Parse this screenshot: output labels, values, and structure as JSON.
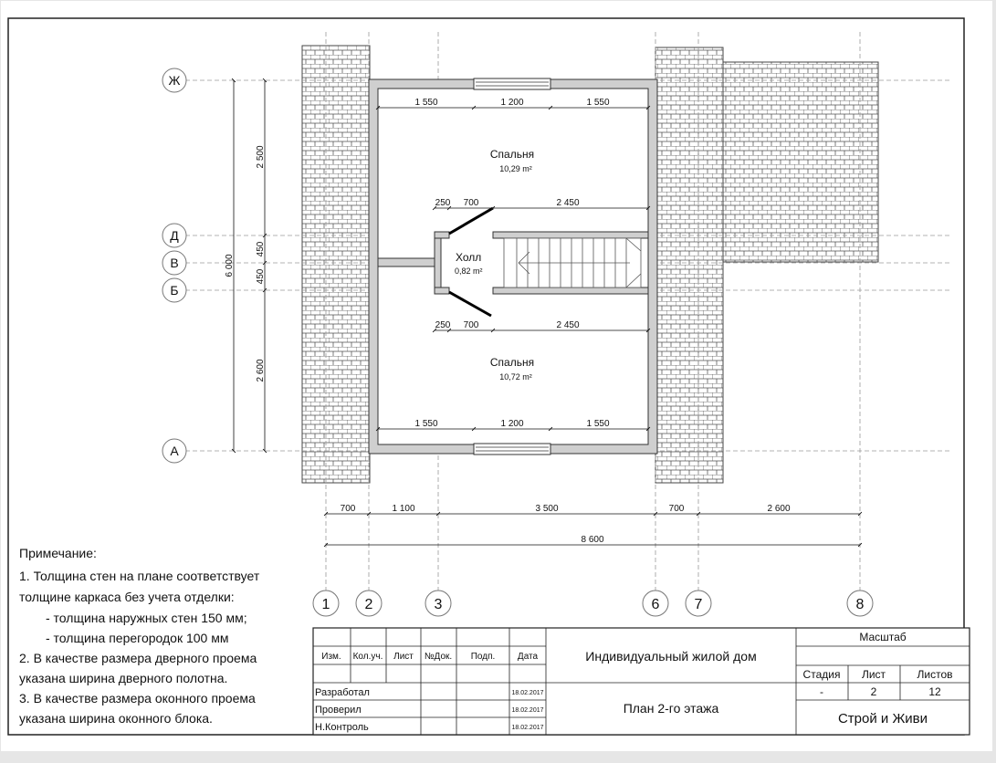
{
  "axes": {
    "rows": [
      "Ж",
      "Д",
      "В",
      "Б",
      "А"
    ],
    "cols": [
      "1",
      "2",
      "3",
      "6",
      "7",
      "8"
    ]
  },
  "rooms": [
    {
      "name": "Спальня",
      "area": "10,29 m²"
    },
    {
      "name": "Холл",
      "area": "0,82 m²"
    },
    {
      "name": "Спальня",
      "area": "10,72 m²"
    }
  ],
  "dims": {
    "top_window": [
      "1 550",
      "1 200",
      "1 550"
    ],
    "bottom_window": [
      "1 550",
      "1 200",
      "1 550"
    ],
    "upper_door": [
      "250",
      "700",
      "2 450"
    ],
    "lower_door": [
      "250",
      "700",
      "2 450"
    ],
    "left_vertical": [
      "2 500",
      "450",
      "450",
      "2 600"
    ],
    "left_total": "6 000",
    "bottom_chain": [
      "700",
      "1 100",
      "3 500",
      "700",
      "2 600"
    ],
    "bottom_total": "8 600"
  },
  "notes": [
    "Примечание:",
    "1. Толщина стен на плане соответствует",
    "толщине каркаса без учета отделки:",
    "- толщина наружных стен 150 мм;",
    "- толщина перегородок 100 мм",
    "2. В качестве размера дверного проема",
    "указана ширина дверного полотна.",
    "3. В качестве размера оконного проема",
    "указана ширина оконного блока."
  ],
  "stamp": {
    "headers": [
      "Изм.",
      "Кол.уч.",
      "Лист",
      "№Док.",
      "Подп.",
      "Дата"
    ],
    "title": "Индивидуальный жилой дом",
    "scale_label": "Масштаб",
    "stage_label": "Стадия",
    "sheet_label": "Лист",
    "sheets_label": "Листов",
    "stage": "-",
    "sheet": "2",
    "sheets": "12",
    "roles": [
      "Разработал",
      "Проверил",
      "Н.Контроль"
    ],
    "dates": [
      "18.02.2017",
      "18.02.2017",
      "18.02.2017"
    ],
    "plan_name": "План 2-го этажа",
    "company": "Строй и Живи"
  },
  "colors": {
    "wall": "#cfcfcf",
    "line": "#333333",
    "grid": "#999999"
  }
}
